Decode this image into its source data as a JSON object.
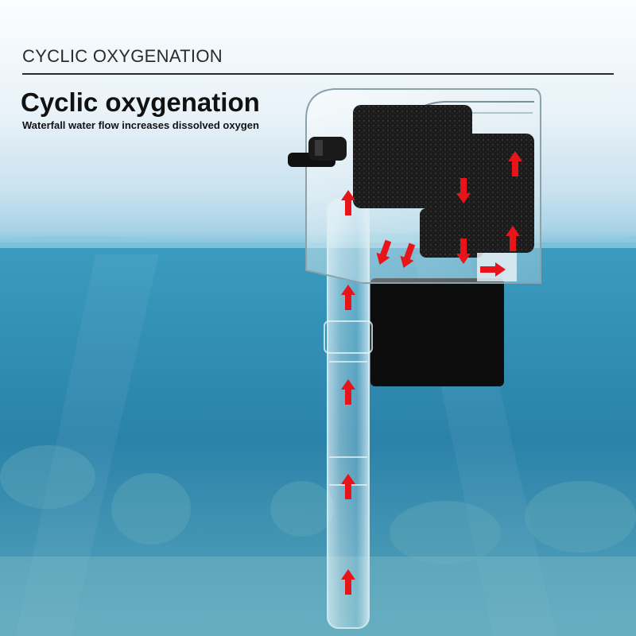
{
  "header": {
    "category_label": "CYCLIC OXYGENATION",
    "title": "Cyclic oxygenation",
    "subtitle": "Waterfall water flow increases dissolved oxygen"
  },
  "colors": {
    "arrow": "#e8141a",
    "sponge": "#1c1c1c",
    "water": "#2c86ad",
    "motor": "#0d0d0d"
  },
  "icons": {
    "flow_arrow": "red-arrow-icon"
  }
}
